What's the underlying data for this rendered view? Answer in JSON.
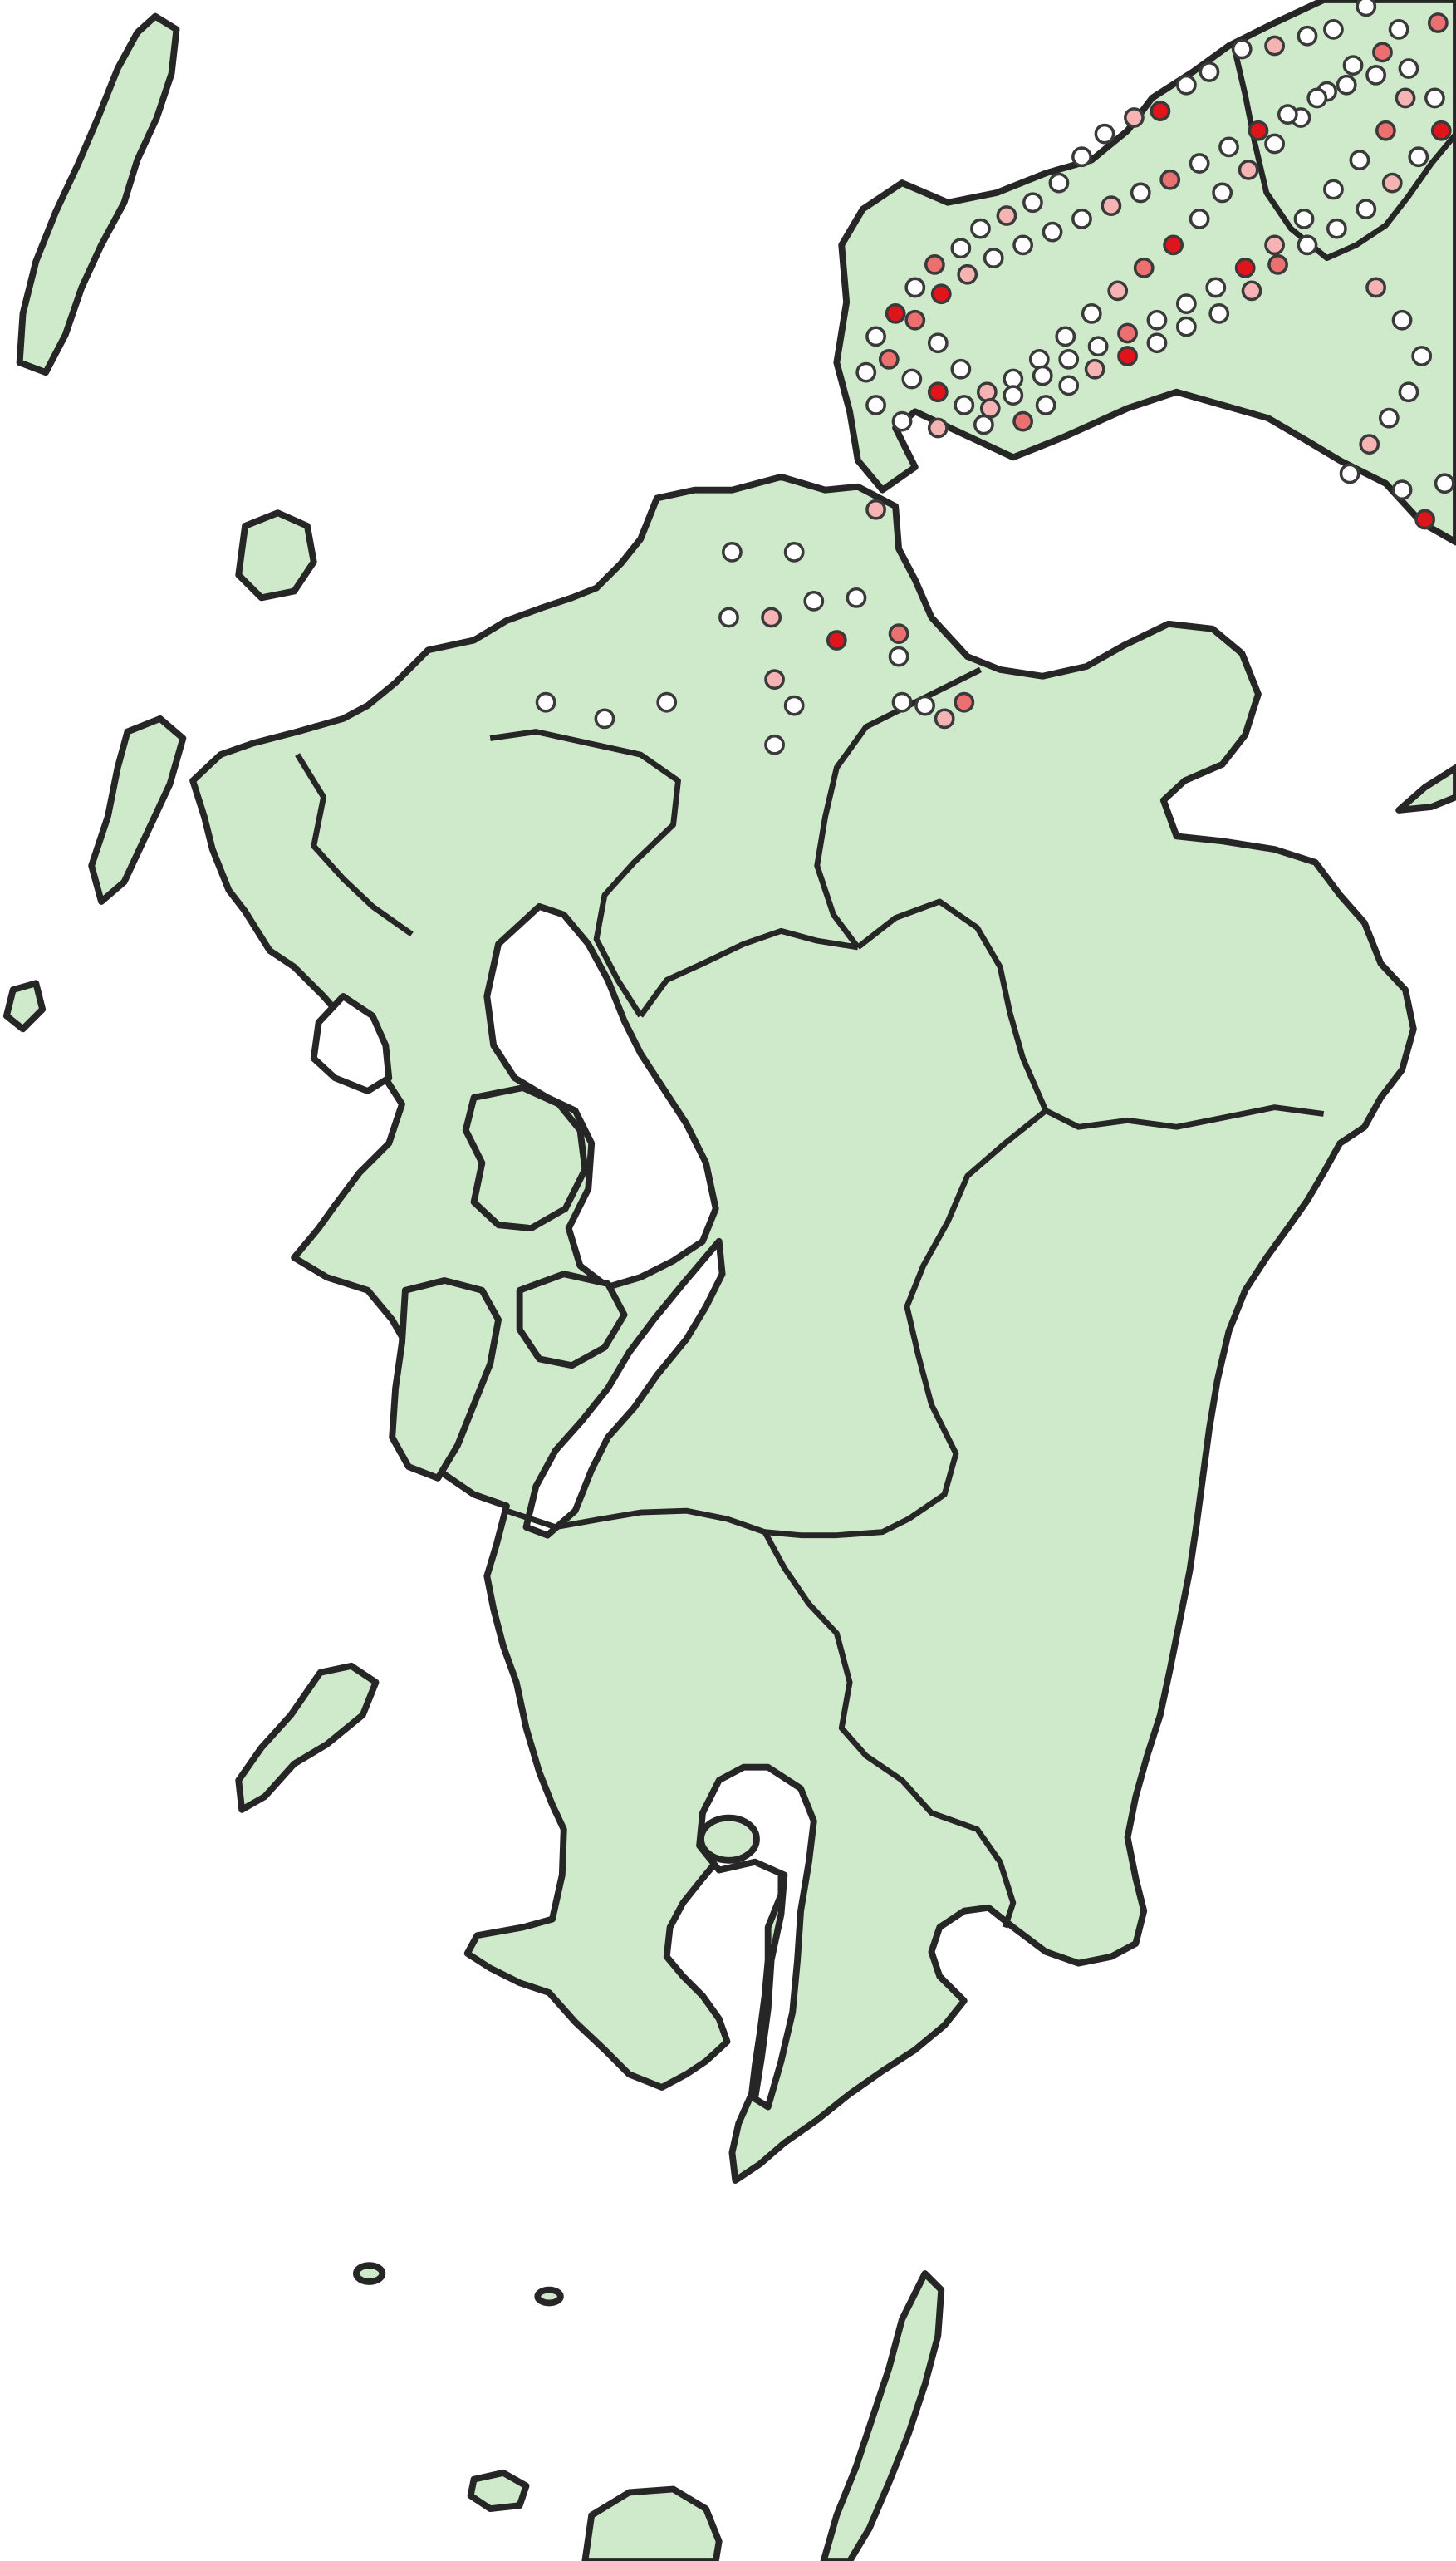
{
  "map": {
    "background_color": "#ffffff",
    "land_color": "#cfeacb",
    "outline_color": "#262626",
    "marker_outline_color": "#3a3a3a",
    "legend": "none",
    "labels": "none",
    "level_colors": [
      "#ffffff",
      "#f6b3b3",
      "#ec7070",
      "#e0141b"
    ],
    "stations": [
      [
        1,
        0,
        1
      ],
      [
        1,
        0,
        3
      ],
      [
        1,
        0,
        14
      ],
      [
        1,
        0,
        1
      ],
      [
        1,
        0,
        3
      ],
      [
        1,
        0,
        1
      ],
      [
        1,
        0,
        12
      ],
      [
        1,
        0,
        3
      ],
      [
        1,
        0,
        1
      ],
      [
        1,
        0,
        5
      ],
      [
        1,
        0,
        1
      ],
      [
        1,
        0,
        2
      ],
      [
        1,
        0,
        6
      ],
      [
        1,
        0,
        18
      ],
      [
        1,
        0,
        2
      ],
      [
        1,
        0,
        13
      ],
      [
        1,
        0,
        4
      ],
      [
        1,
        0,
        2
      ],
      [
        1,
        0,
        1
      ],
      [
        1,
        0,
        2
      ],
      [
        1,
        0,
        1
      ],
      [
        1,
        0,
        9
      ],
      [
        1,
        0,
        1
      ],
      [
        1,
        0,
        1
      ],
      [
        1,
        0,
        2
      ],
      [
        1,
        0,
        1
      ],
      [
        1,
        0,
        1
      ],
      [
        1,
        0,
        4
      ],
      [
        1,
        0,
        1
      ],
      [
        1,
        0,
        1
      ],
      [
        1,
        0,
        1
      ],
      [
        1,
        0,
        1
      ],
      [
        1,
        0,
        4
      ],
      [
        1,
        0,
        1
      ],
      [
        1,
        0,
        1
      ],
      [
        1,
        0,
        1
      ],
      [
        1,
        0,
        1
      ],
      [
        1,
        0,
        1
      ],
      [
        1,
        0,
        1
      ],
      [
        1,
        0,
        1
      ]
    ]
  }
}
